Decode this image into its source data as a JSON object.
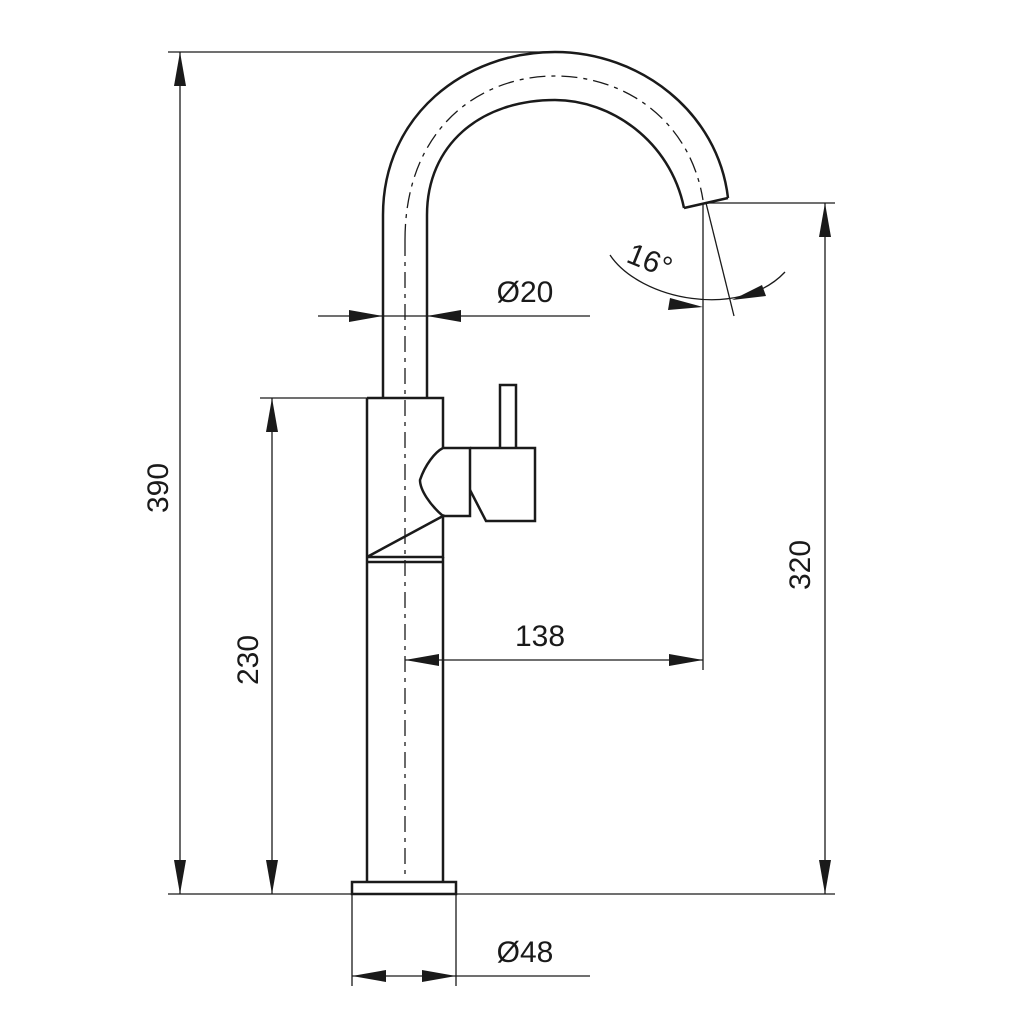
{
  "diagram": {
    "overall_height": "390",
    "base_height": "230",
    "spout_height": "320",
    "spout_reach": "138",
    "spout_diameter": "Ø20",
    "base_diameter": "Ø48",
    "spout_angle": "16°"
  },
  "colors": {
    "line": "#1a1a1a",
    "background": "#ffffff"
  }
}
